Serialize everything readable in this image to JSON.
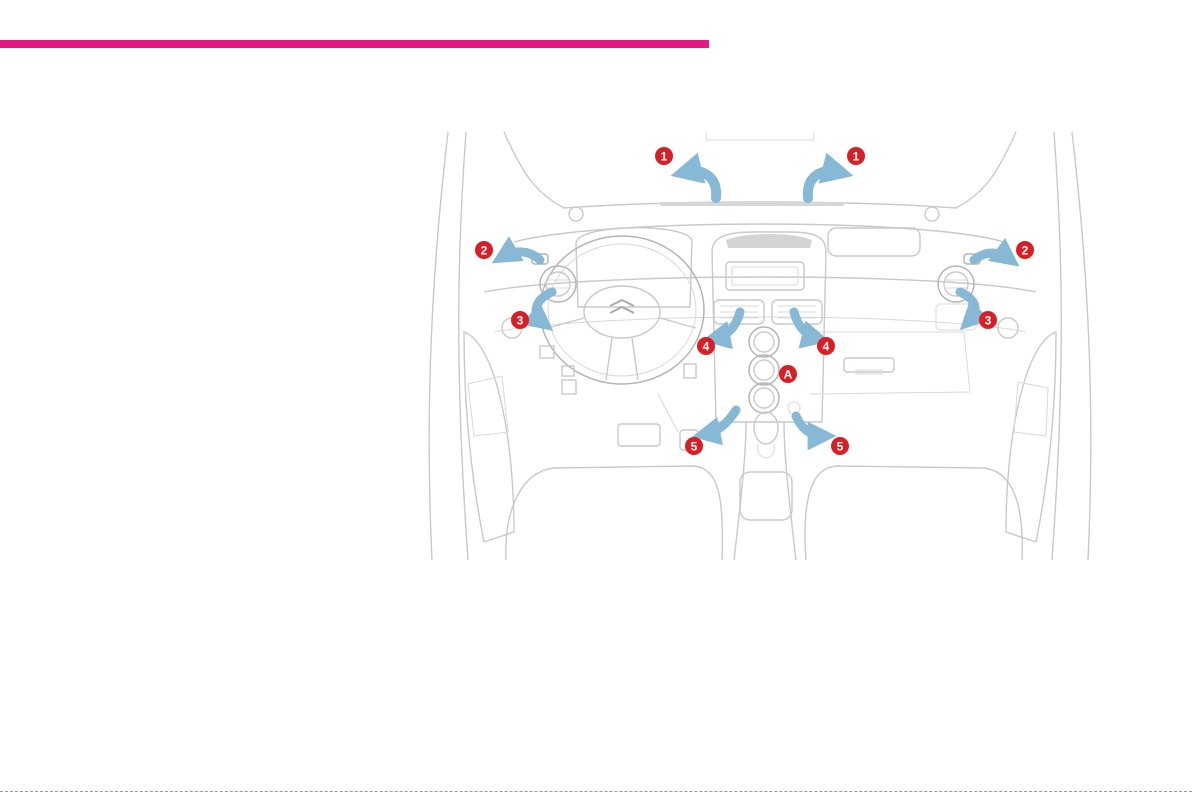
{
  "colors": {
    "accent_bar": "#e6177f",
    "callout": "#d91f26",
    "airflow": "#87b8d6",
    "line": "#c9c9c9"
  },
  "callouts": {
    "windscreen_left": "1",
    "windscreen_right": "1",
    "side_window_left": "2",
    "side_window_right": "2",
    "side_vent_left": "3",
    "side_vent_right": "3",
    "central_vent_left": "4",
    "central_vent_right": "4",
    "controls": "A",
    "footwell_left": "5",
    "footwell_right": "5"
  },
  "icons": {
    "airflow": "curved-arrow-icon",
    "badge": "double-chevron-logo-icon"
  }
}
